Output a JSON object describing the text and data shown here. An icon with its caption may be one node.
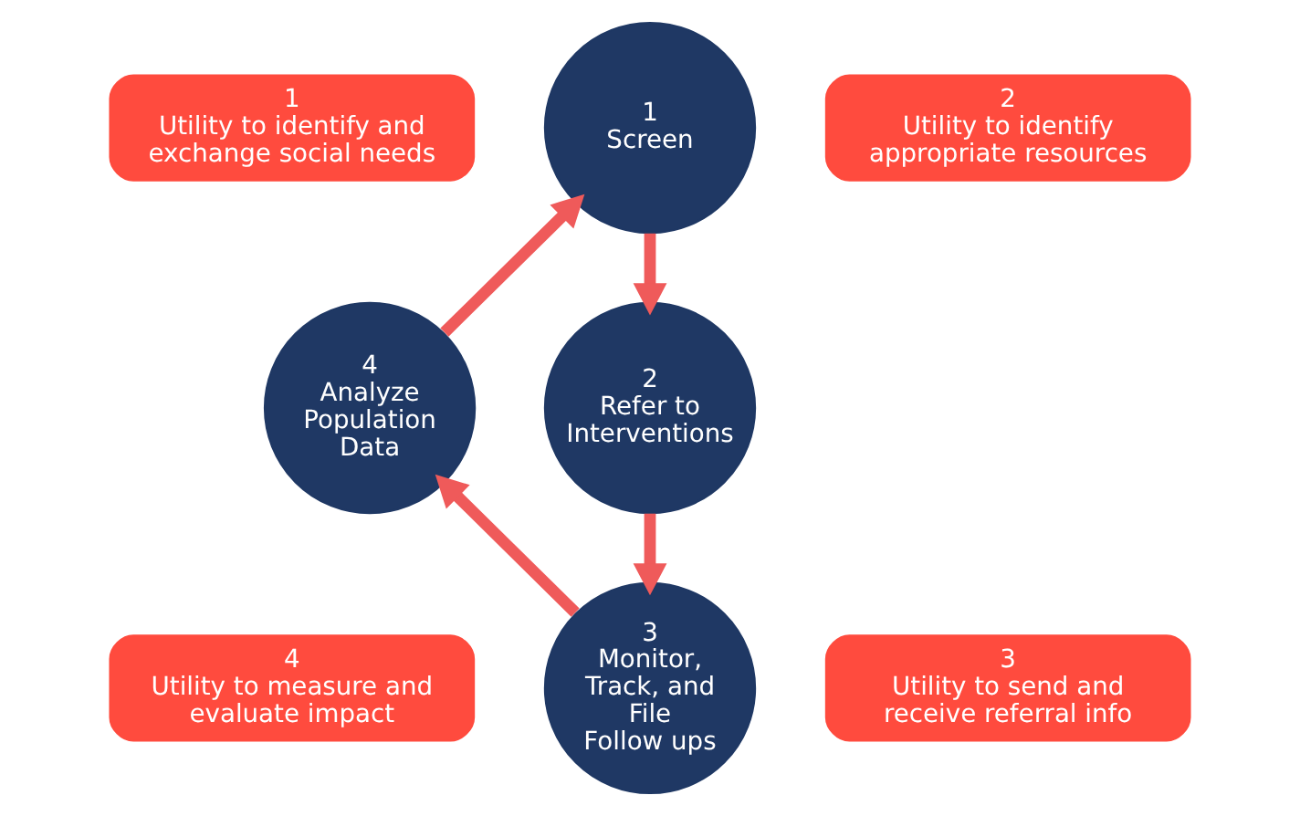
{
  "diagram": {
    "nodes": [
      {
        "text": [
          "1",
          "Utility to identify and exchange social needs"
        ]
      },
      {
        "text": [
          "1",
          "Screen"
        ]
      },
      {
        "text": [
          "2",
          "Utility to identify appropriate resources"
        ]
      },
      {
        "text": [
          "4",
          "Analyze Population Data"
        ]
      },
      {
        "text": [
          "2",
          "Refer to Interventions"
        ]
      },
      {
        "text": [
          "3",
          "Monitor, Track, and File Follow ups"
        ]
      },
      {
        "text": [
          "4",
          "Utility to measure and evaluate impact"
        ]
      },
      {
        "text": [
          "3",
          "Utility to send and receive referral info"
        ]
      }
    ],
    "edges": [
      {
        "from": 1,
        "to": 4,
        "arrow": "to"
      },
      {
        "from": 4,
        "to": 5,
        "arrow": "to"
      },
      {
        "from": 5,
        "to": 3,
        "arrow": "to"
      },
      {
        "from": 3,
        "to": 1,
        "arrow": "to"
      }
    ]
  }
}
